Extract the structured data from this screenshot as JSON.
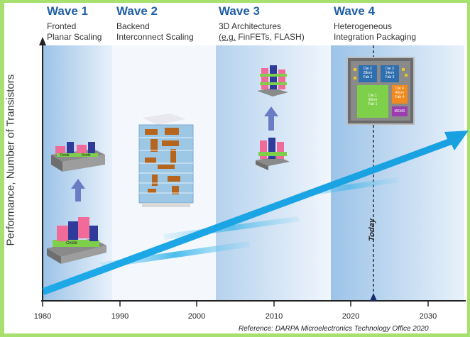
{
  "waves": [
    {
      "title": "Wave 1",
      "line1": "Fronted",
      "line2": "Planar Scaling"
    },
    {
      "title": "Wave 2",
      "line1": "Backend",
      "line2": "Interconnect Scaling"
    },
    {
      "title": "Wave 3",
      "line1": "3D Architectures",
      "line2a": "(e.g.",
      "line2b": " FinFETs, FLASH)"
    },
    {
      "title": "Wave 4",
      "line1": "Heterogeneous",
      "line2": "Integration Packaging"
    }
  ],
  "axis": {
    "ylabel": "Performance, Number of Transistors",
    "xticks": [
      "1980",
      "1990",
      "2000",
      "2010",
      "2020",
      "2030"
    ]
  },
  "today_label": "Today",
  "reference": "Reference:   DARPA Microelectronics Technology Office 2020",
  "transistor_labels": [
    "Oxide",
    "Oxide",
    "Oxide"
  ],
  "package_chip": {
    "die2": [
      "Die 2",
      "28nm",
      "Fab 2"
    ],
    "die3": [
      "Die 3",
      "14nm",
      "Fab 3"
    ],
    "die1": [
      "Die 1",
      "90nm",
      "Fab 1"
    ],
    "die4": [
      "Die 4",
      "40nm",
      "Fab 4"
    ],
    "mems": "MEMS"
  },
  "colors": {
    "frame": "#a8e070",
    "wave_title": "#1f5fa8",
    "arrow": "#1aa7e6",
    "band": "#c5dcf0"
  }
}
